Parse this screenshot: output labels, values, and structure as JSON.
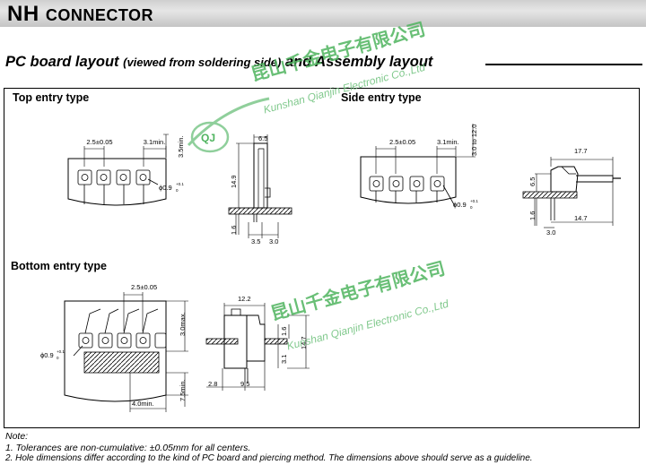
{
  "header": {
    "brand": "NH",
    "title": "CONNECTOR"
  },
  "section": {
    "title_main": "PC board layout",
    "title_paren": "(viewed from soldering side)",
    "title_tail": "and Assembly layout"
  },
  "panels": {
    "top_entry": "Top entry type",
    "side_entry": "Side entry type",
    "bottom_entry": "Bottom entry type"
  },
  "dimensions": {
    "pitch": "2.5±0.05",
    "edge_top": "3.1min.",
    "edge_vertical": "3.5min.",
    "hole": "ϕ0.9",
    "hole_tol_plus": "+0.1",
    "hole_tol_minus": "0",
    "top_height": "14.9",
    "top_width": "6.5",
    "top_below": "1.6",
    "top_offset_a": "3.5",
    "top_offset_b": "3.0",
    "side_range": "3.0 to 12.0",
    "side_length": "17.7",
    "side_height": "6.5",
    "side_below": "1.6",
    "side_offset": "3.0",
    "side_span": "14.7",
    "bottom_max": "3.0max.",
    "bottom_edge": "7.5min.",
    "bottom_min": "4.0min.",
    "bottom_width": "12.2",
    "bottom_a": "1.6",
    "bottom_b": "3.1",
    "bottom_height": "14.7",
    "bottom_c": "2.8",
    "bottom_d": "9.5"
  },
  "notes": {
    "label": "Note:",
    "line1": "1. Tolerances are non-cumulative: ±0.05mm for all centers.",
    "line2": "2. Hole dimensions differ according to the kind of PC board and piercing method. The dimensions above should serve as a guideline."
  },
  "watermark": {
    "chinese": "昆山千金电子有限公司",
    "english": "Kunshan Qianjin Electronic Co.,Ltd",
    "logo": "QJ"
  }
}
